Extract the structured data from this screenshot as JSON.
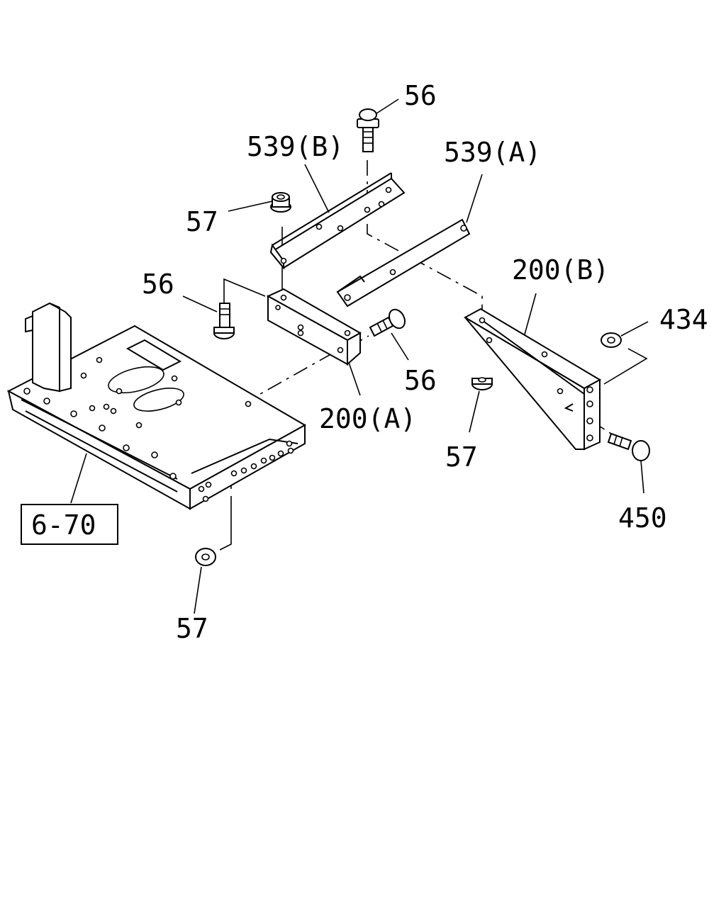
{
  "callouts": {
    "bolt_56_top": "56",
    "bracket_539b": "539(B)",
    "bracket_539a": "539(A)",
    "nut_57_top": "57",
    "bolt_56_left": "56",
    "bolt_56_mid": "56",
    "bracket_200a": "200(A)",
    "bracket_200b": "200(B)",
    "nut_434": "434",
    "nut_57_mid": "57",
    "bolt_450": "450",
    "ref_6_70": "6-70",
    "nut_57_bottom": "57"
  }
}
